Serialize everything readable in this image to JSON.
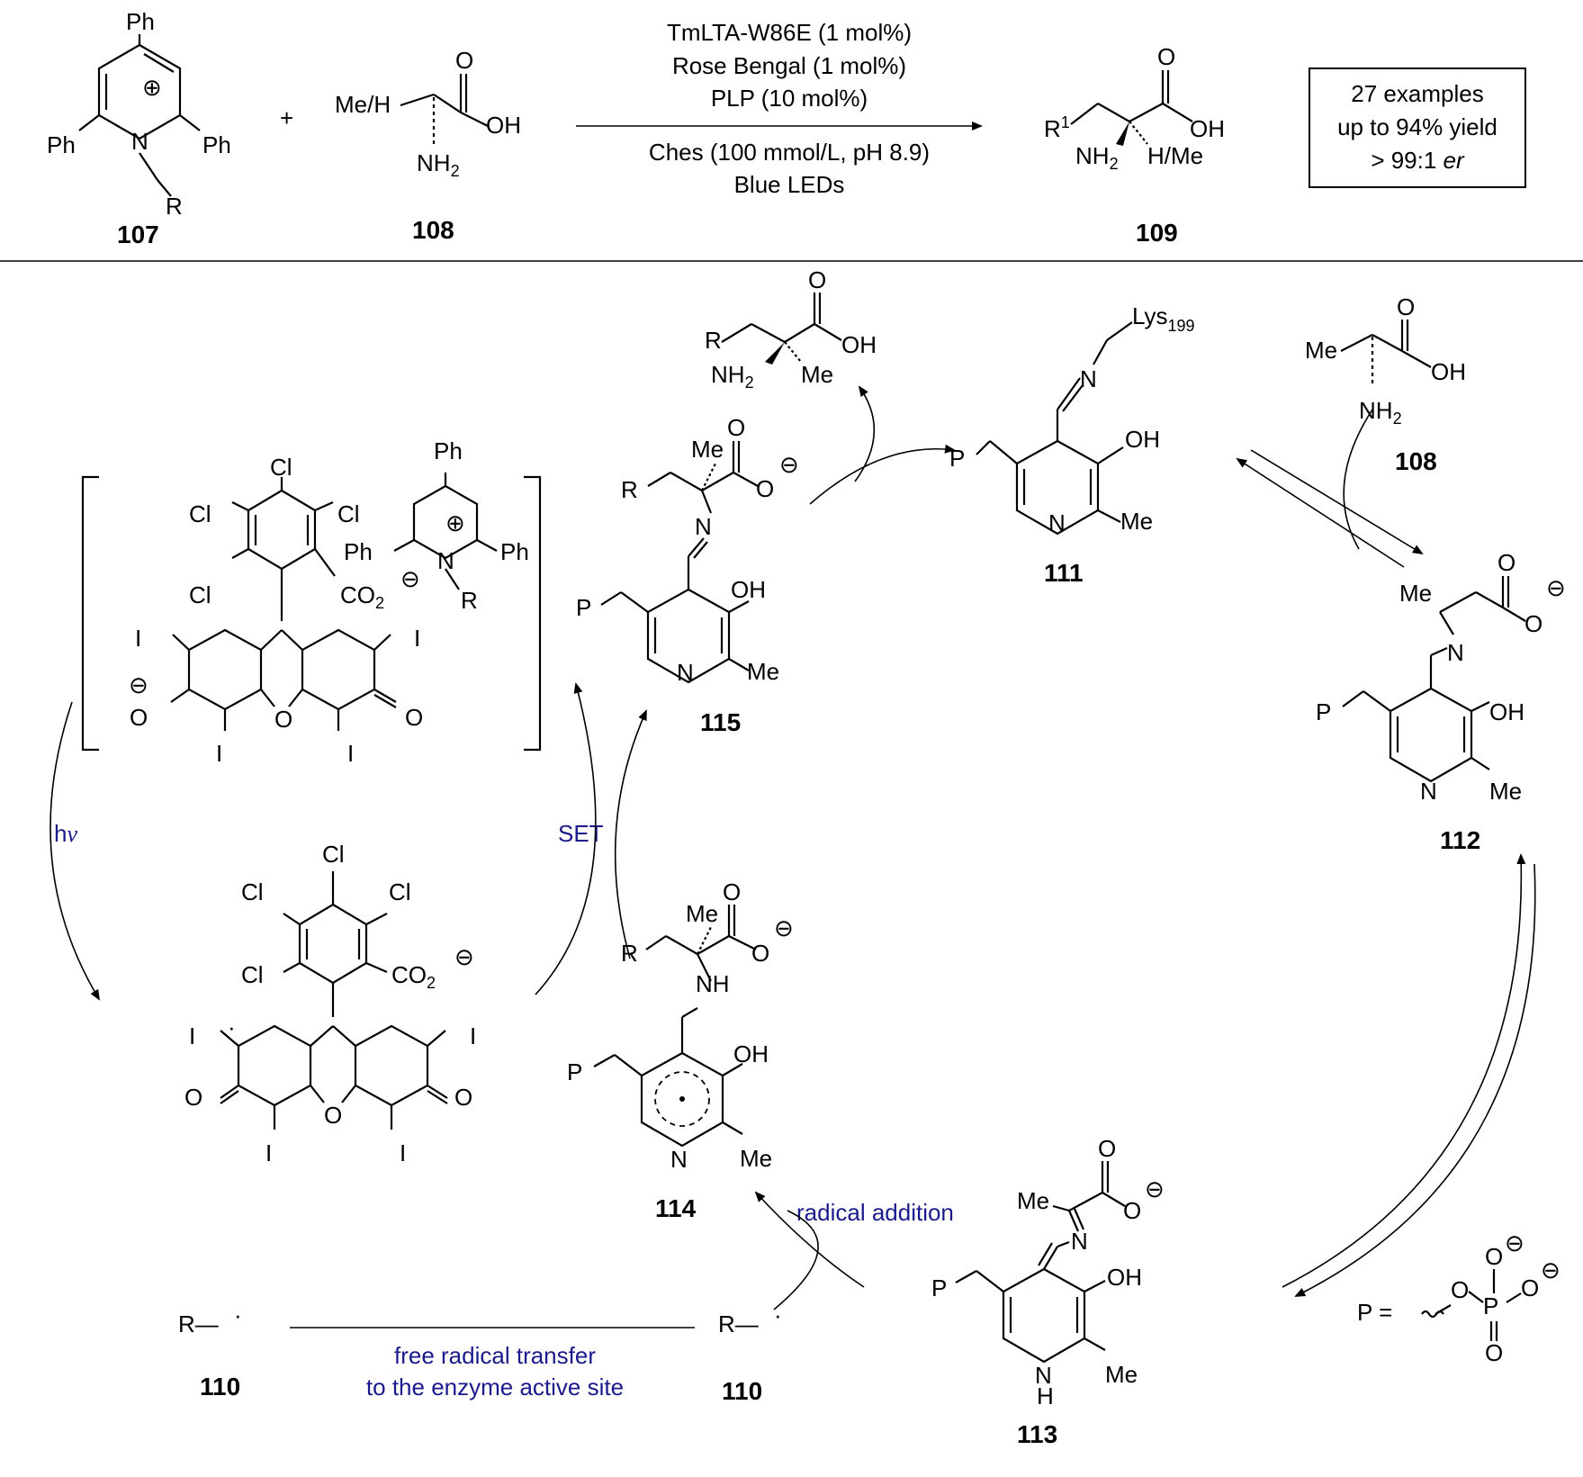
{
  "top_scheme": {
    "reagent_107_number": "107",
    "reagent_108_number": "108",
    "product_109_number": "109",
    "plus_sign": "+",
    "conditions_above": [
      "TmLTA-W86E (1 mol%)",
      "Rose Bengal (1 mol%)",
      "PLP (10 mol%)"
    ],
    "conditions_below": [
      "Ches (100 mmol/L, pH 8.9)",
      "Blue LEDs"
    ],
    "summary_box": {
      "line1": "27 examples",
      "line2": "up to 94% yield",
      "line3_prefix": "> 99:1 ",
      "line3_italic": "er"
    },
    "atoms": {
      "ph": "Ph",
      "n": "N",
      "r": "R",
      "me_h": "Me/H",
      "o": "O",
      "oh": "OH",
      "nh2": "NH",
      "sub2": "2",
      "r1": "R",
      "sup1": "1",
      "h_me": "H/Me",
      "charge_plus": "⊕"
    }
  },
  "cycle": {
    "numbers": {
      "n108": "108",
      "n110_left": "110",
      "n110_right": "110",
      "n111": "111",
      "n112": "112",
      "n113": "113",
      "n114": "114",
      "n115": "115"
    },
    "step_labels": {
      "hv_h": "h",
      "hv_nu": "ν",
      "set": "SET",
      "radical_addition": "radical addition",
      "transfer_line1": "free radical transfer",
      "transfer_line2": "to the enzyme active site"
    },
    "atoms": {
      "cl": "Cl",
      "i": "I",
      "o": "O",
      "co2": "CO",
      "sub2": "2",
      "ph": "Ph",
      "n": "N",
      "r": "R",
      "me": "Me",
      "oh": "OH",
      "nh": "NH",
      "nh2": "NH",
      "p": "P",
      "lys": "Lys",
      "lys_sub": "199",
      "h": "H",
      "minus": "⊖",
      "plus": "⊕",
      "p_equals": "P =",
      "radical_dot": "·",
      "r_dash": "R—"
    },
    "colors": {
      "label_blue": "#1a1a8c"
    }
  }
}
